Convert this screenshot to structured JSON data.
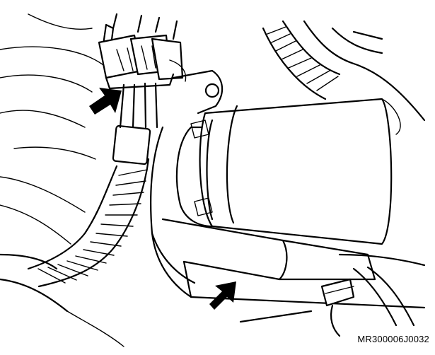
{
  "figure": {
    "code": "MR300006J0032"
  },
  "colors": {
    "line": "#000000",
    "background": "#ffffff"
  },
  "callouts": [
    {
      "icon": "arrow-icon",
      "points_to": "connector"
    },
    {
      "icon": "arrow-icon",
      "points_to": "fastener"
    }
  ]
}
